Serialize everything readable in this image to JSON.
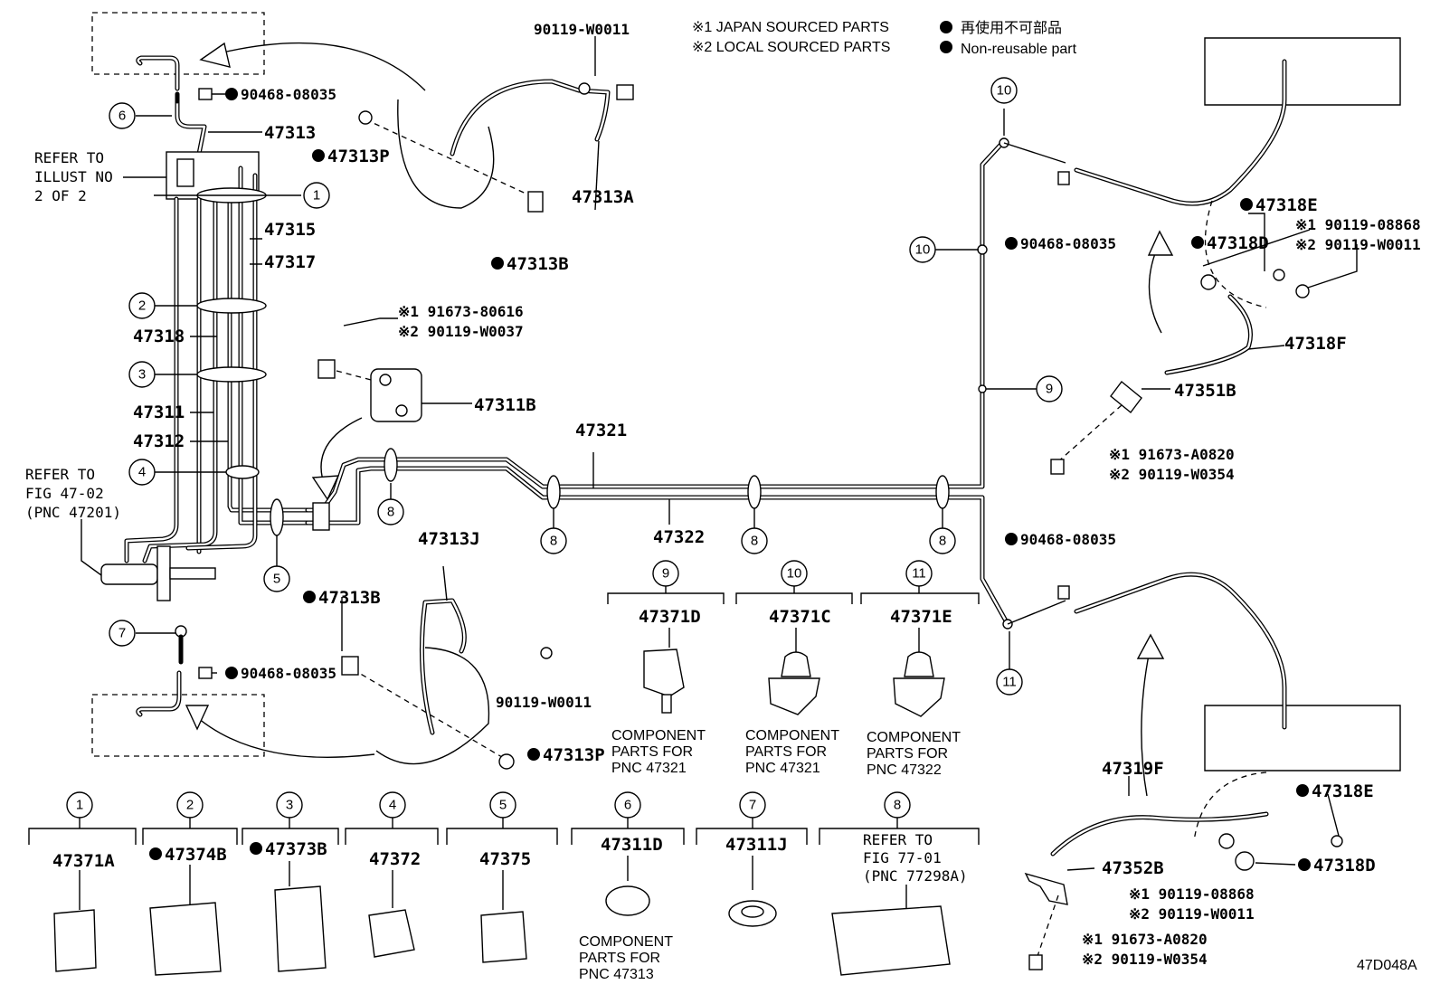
{
  "legend": {
    "japan": "※1 JAPAN SOURCED PARTS",
    "local": "※2 LOCAL SOURCED PARTS",
    "nonreuse_jp": "再使用不可部品",
    "nonreuse_en": "Non-reusable part"
  },
  "labels": {
    "p90119_w0011_top": "90119-W0011",
    "p90468_08035_tl": "90468-08035",
    "p47313": "47313",
    "p47313P_top": "47313P",
    "p47313A": "47313A",
    "p47313B_top": "47313B",
    "refer_illust_1": "REFER TO",
    "refer_illust_2": "ILLUST NO",
    "refer_illust_3": "2 OF 2",
    "p47315": "47315",
    "p47317": "47317",
    "p47318": "47318",
    "p47311": "47311",
    "p47312": "47312",
    "refer_fig_1": "REFER TO",
    "refer_fig_2": "FIG 47-02",
    "refer_fig_3": "(PNC 47201)",
    "bolt1_a": "※1 91673-80616",
    "bolt1_b": "※2 90119-W0037",
    "p47311B": "47311B",
    "p47321": "47321",
    "p47322": "47322",
    "p47313J": "47313J",
    "p47313B_mid": "47313B",
    "p90468_08035_bl": "90468-08035",
    "p90119_w0011_mid": "90119-W0011",
    "p47313P_mid": "47313P",
    "p90468_08035_tr": "90468-08035",
    "p47318E_top": "47318E",
    "p90119_08868_a": "※1 90119-08868",
    "p90119_w0011_a": "※2 90119-W0011",
    "p47318D_top": "47318D",
    "p47318F": "47318F",
    "p47351B": "47351B",
    "bolt2_a": "※1 91673-A0820",
    "bolt2_b": "※2 90119-W0354",
    "p90468_08035_br": "90468-08035",
    "p47319F": "47319F",
    "p47318E_bot": "47318E",
    "p47318D_bot": "47318D",
    "p47352B": "47352B",
    "p90119_08868_b": "※1 90119-08868",
    "p90119_w0011_b": "※2 90119-W0011",
    "bolt3_a": "※1 91673-A0820",
    "bolt3_b": "※2 90119-W0354",
    "ref_code": "47D048A"
  },
  "clamp_refs": [
    {
      "num": "9",
      "part": "47371D",
      "note1": "COMPONENT",
      "note2": "PARTS FOR",
      "note3": "PNC 47321"
    },
    {
      "num": "10",
      "part": "47371C",
      "note1": "COMPONENT",
      "note2": "PARTS FOR",
      "note3": "PNC 47321"
    },
    {
      "num": "11",
      "part": "47371E",
      "note1": "COMPONENT",
      "note2": "PARTS FOR",
      "note3": "PNC 47322"
    }
  ],
  "bottom_refs": [
    {
      "num": "1",
      "part": "47371A",
      "nonreusable": false
    },
    {
      "num": "2",
      "part": "47374B",
      "nonreusable": true
    },
    {
      "num": "3",
      "part": "47373B",
      "nonreusable": true
    },
    {
      "num": "4",
      "part": "47372",
      "nonreusable": false
    },
    {
      "num": "5",
      "part": "47375",
      "nonreusable": false
    },
    {
      "num": "6",
      "part": "47311D",
      "nonreusable": false,
      "note1": "COMPONENT",
      "note2": "PARTS FOR",
      "note3": "PNC 47313"
    },
    {
      "num": "7",
      "part": "47311J",
      "nonreusable": false
    },
    {
      "num": "8",
      "part": "",
      "nonreusable": false,
      "note1": "REFER TO",
      "note2": "FIG 77-01",
      "note3": "(PNC 77298A)"
    }
  ],
  "callouts": {
    "c1": "1",
    "c2": "2",
    "c3": "3",
    "c4": "4",
    "c5": "5",
    "c6": "6",
    "c7": "7",
    "c8a": "8",
    "c8b": "8",
    "c8c": "8",
    "c8d": "8",
    "c9": "9",
    "c10a": "10",
    "c10b": "10",
    "c11": "11"
  }
}
